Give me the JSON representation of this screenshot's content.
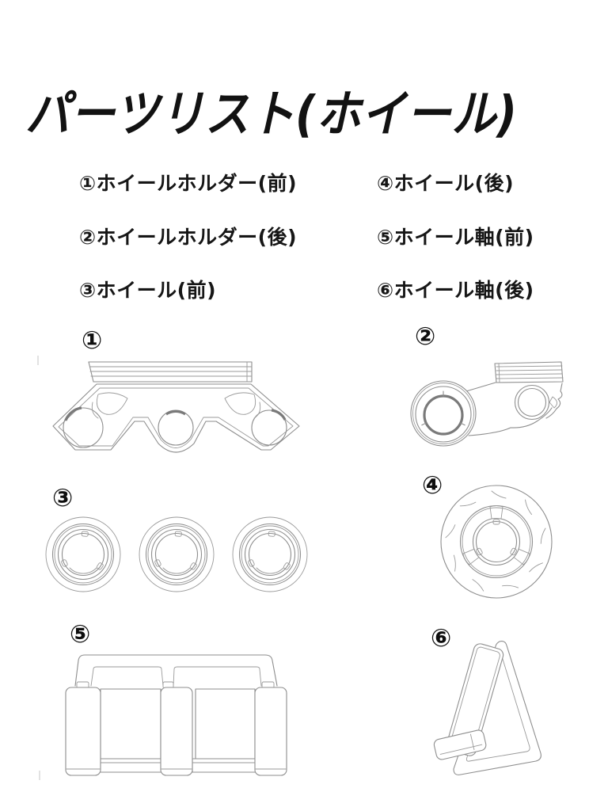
{
  "page": {
    "title": "パーツリスト(ホイール)",
    "background_color": "#ffffff",
    "text_color": "#141414",
    "line_art_color": "#8e8e8e"
  },
  "parts_list": {
    "columns": [
      {
        "items": [
          {
            "number": "①",
            "label": "①ホイールホルダー(前)"
          },
          {
            "number": "②",
            "label": "②ホイールホルダー(後)"
          },
          {
            "number": "③",
            "label": "③ホイール(前)"
          }
        ]
      },
      {
        "items": [
          {
            "number": "④",
            "label": "④ホイール(後)"
          },
          {
            "number": "⑤",
            "label": "⑤ホイール軸(前)"
          },
          {
            "number": "⑥",
            "label": "⑥ホイール軸(後)"
          }
        ]
      }
    ]
  },
  "figures": [
    {
      "number": "①",
      "name": "wheel-holder-front"
    },
    {
      "number": "②",
      "name": "wheel-holder-rear"
    },
    {
      "number": "③",
      "name": "wheel-front"
    },
    {
      "number": "④",
      "name": "wheel-rear"
    },
    {
      "number": "⑤",
      "name": "wheel-axle-front"
    },
    {
      "number": "⑥",
      "name": "wheel-axle-rear"
    }
  ]
}
